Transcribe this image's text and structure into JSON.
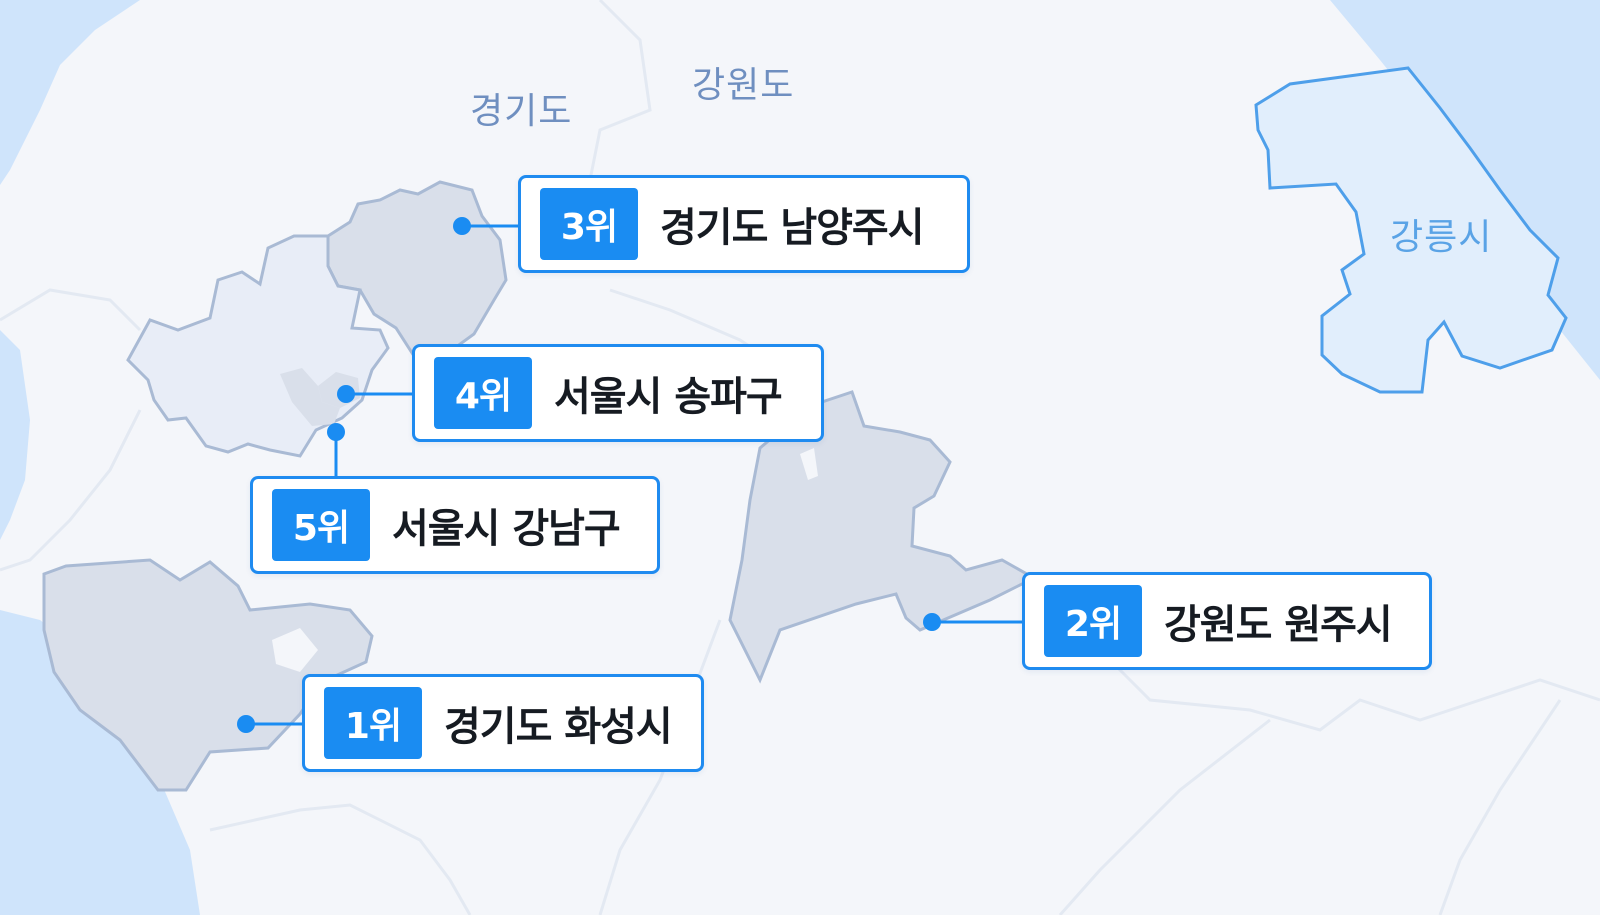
{
  "colors": {
    "background": "#f4f6fa",
    "water": "#cfe4fb",
    "highlight_region": "#d9dfea",
    "seoul_region": "#e8edf7",
    "gangneung_region": "#e1eefc",
    "accent": "#1a8cf2",
    "province_label": "#6f8fc0",
    "city_label": "#5aa3e6"
  },
  "labels": {
    "gyeonggi": "경기도",
    "gangwon": "강원도",
    "gangneung": "강릉시"
  },
  "rankings": [
    {
      "rank": "1위",
      "name": "경기도 화성시"
    },
    {
      "rank": "2위",
      "name": "강원도 원주시"
    },
    {
      "rank": "3위",
      "name": "경기도 남양주시"
    },
    {
      "rank": "4위",
      "name": "서울시 송파구"
    },
    {
      "rank": "5위",
      "name": "서울시 강남구"
    }
  ]
}
